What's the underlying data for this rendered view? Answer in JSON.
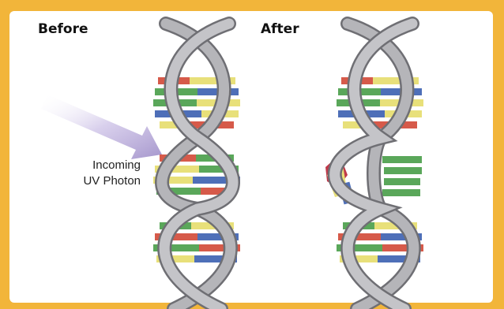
{
  "labels": {
    "before": "Before",
    "after": "After",
    "photon_line1": "Incoming",
    "photon_line2": "UV Photon"
  },
  "colors": {
    "border": "#f2b53a",
    "panel": "#ffffff",
    "backbone": "#a9a9ad",
    "backbone_dark": "#6f6f74",
    "arrow": "#b7a9d6",
    "base_yellow": "#e8e07a",
    "base_green": "#5aa75a",
    "base_blue": "#4e6fb8",
    "base_red": "#d65a4a",
    "damage": "#c0394a"
  }
}
